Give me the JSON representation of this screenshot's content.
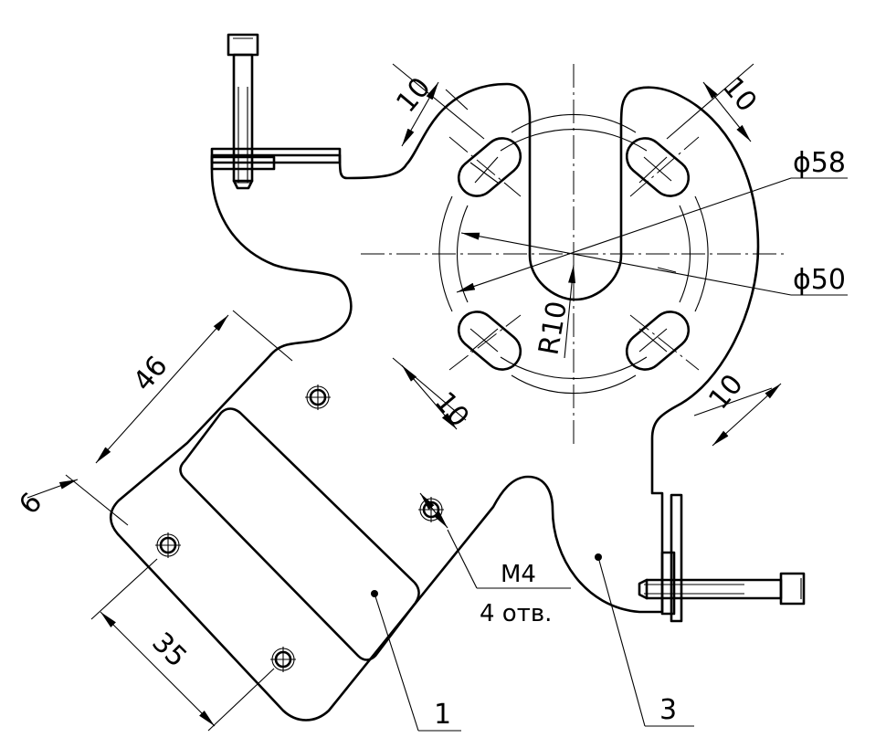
{
  "dimensions": {
    "slot_width_top_left": "10",
    "slot_width_top_right": "10",
    "slot_width_bottom_left": "10",
    "slot_width_bottom_right": "10",
    "outer_circle_diameter": "ϕ58",
    "inner_circle_diameter": "ϕ50",
    "center_slot_radius": "R10",
    "plate_length": "46",
    "plate_width": "35",
    "hole_offset": "6"
  },
  "callouts": {
    "thread_size": "M4",
    "hole_count": "4 отв.",
    "part_1": "1",
    "part_3": "3"
  }
}
